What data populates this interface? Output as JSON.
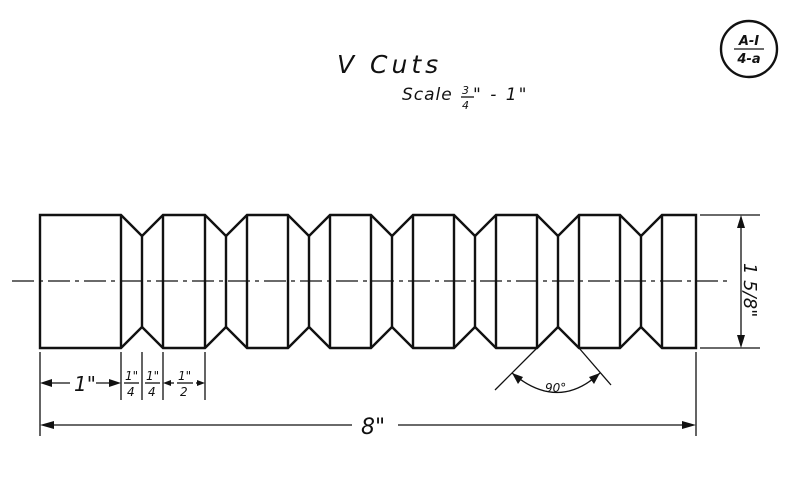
{
  "title": "V Cuts",
  "scale": {
    "prefix": "Scale",
    "fraction_num": "3",
    "fraction_den": "4",
    "suffix": "\" - 1\""
  },
  "badge": {
    "top": "A-I",
    "bottom": "4-a"
  },
  "dimensions": {
    "overall": "8\"",
    "diameter": "1 5/8\"",
    "angle": "90°",
    "segment_1": "1\"",
    "segment_2": "1\" / 4",
    "segment_3": "1\" / 4",
    "segment_4": "1\" / 2"
  }
}
